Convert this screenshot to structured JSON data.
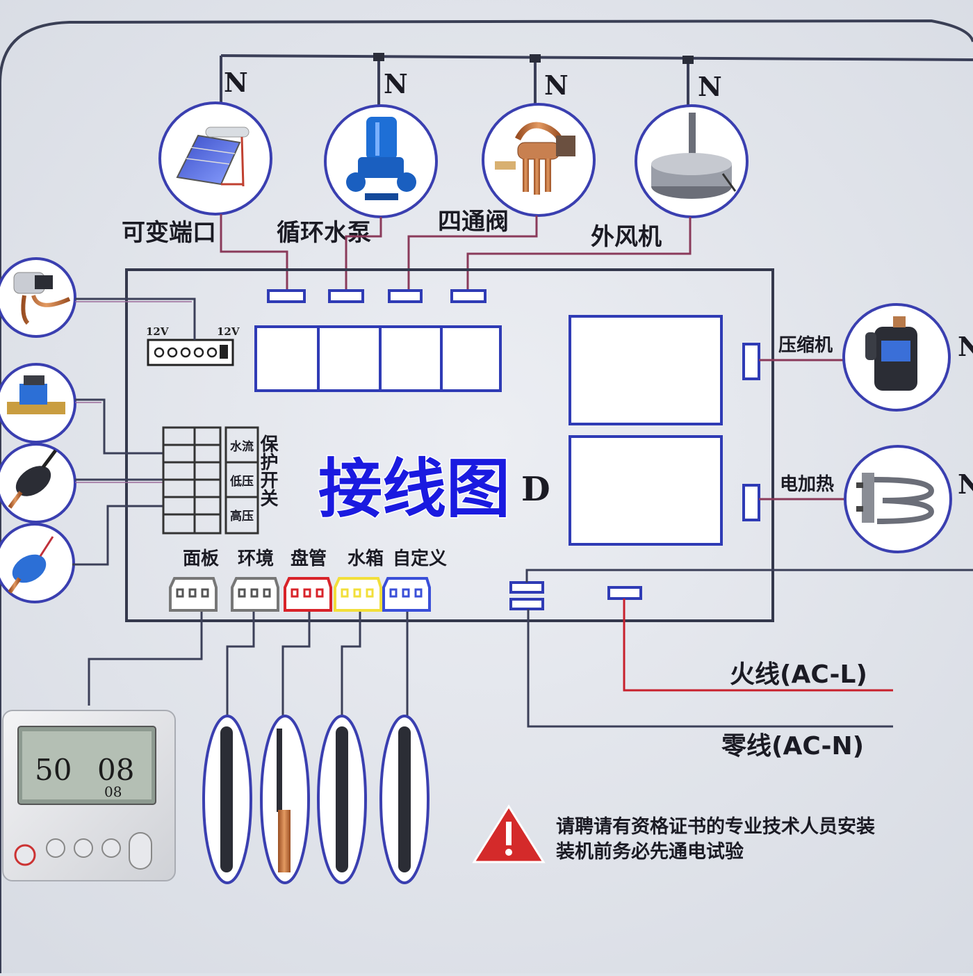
{
  "title": "接线图",
  "title_color": "#1a1ae0",
  "neutral_label": "N",
  "top_devices": [
    {
      "label": "可变端口",
      "icon": "solar-water-heater-icon"
    },
    {
      "label": "循环水泵",
      "icon": "circulation-pump-icon"
    },
    {
      "label": "四通阀",
      "icon": "four-way-valve-icon"
    },
    {
      "label": "外风机",
      "icon": "outdoor-fan-motor-icon"
    }
  ],
  "right_devices": [
    {
      "label": "压缩机",
      "icon": "compressor-icon"
    },
    {
      "label": "电加热",
      "icon": "electric-heater-icon"
    }
  ],
  "left_devices": [
    {
      "icon": "pressure-switch-icon"
    },
    {
      "icon": "water-flow-switch-icon"
    },
    {
      "icon": "high-pressure-switch-icon"
    },
    {
      "icon": "low-pressure-switch-icon"
    }
  ],
  "board": {
    "v12_left": "12V",
    "v12_right": "12V",
    "protection_title": "保护开关",
    "protection_items": [
      "水流",
      "低压",
      "高压"
    ],
    "partial_mark": "D"
  },
  "sensor_ports": [
    {
      "label": "面板",
      "color": "#ffffff"
    },
    {
      "label": "环境",
      "color": "#ffffff"
    },
    {
      "label": "盘管",
      "color": "#d8232a"
    },
    {
      "label": "水箱",
      "color": "#f2df3a"
    },
    {
      "label": "自定义",
      "color": "#3a4fd8"
    }
  ],
  "power": {
    "live": "火线(AC-L)",
    "neutral": "零线(AC-N)",
    "live_color": "#c8202c"
  },
  "display": {
    "value_left": "50",
    "value_right": "08",
    "value_small": "08"
  },
  "warning": {
    "line1": "请聘请有资格证书的专业技术人员安装",
    "line2": "装机前务必先通电试验",
    "color": "#d42a2a"
  }
}
